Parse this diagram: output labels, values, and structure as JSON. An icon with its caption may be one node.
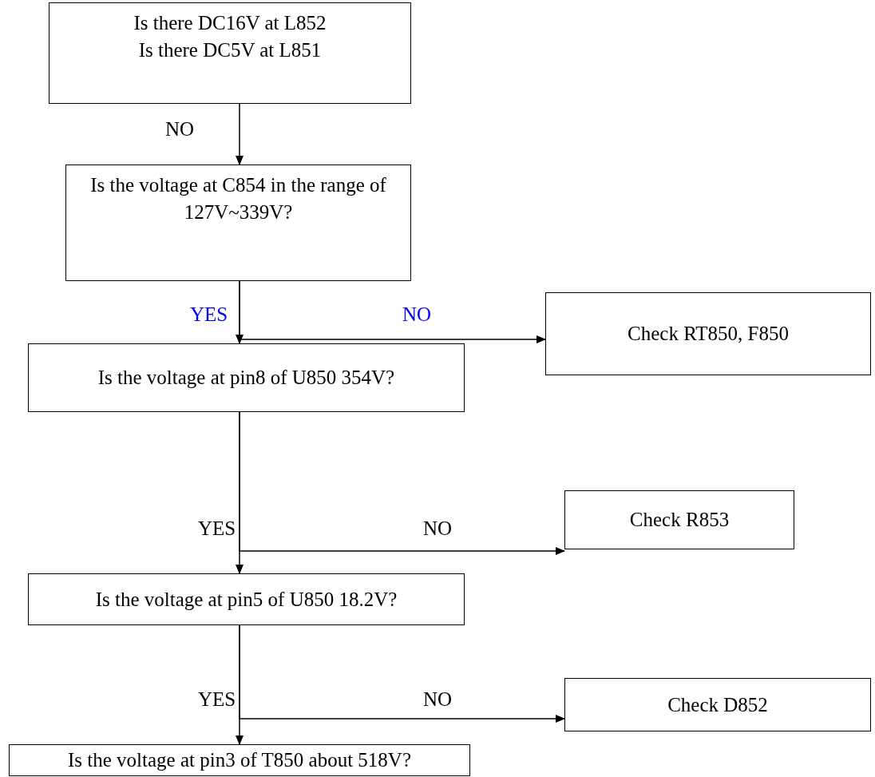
{
  "diagram": {
    "nodes": [
      {
        "text": [
          "Is there DC16V at L852",
          "Is there DC5V at L851"
        ]
      },
      {
        "text": [
          "Is the voltage at C854 in the range of 127V~339V?"
        ]
      },
      {
        "text": [
          "Check RT850, F850"
        ]
      },
      {
        "text": [
          "Is the voltage at pin8 of U850 354V?"
        ]
      },
      {
        "text": [
          "Check R853"
        ]
      },
      {
        "text": [
          "Is the voltage at pin5 of U850 18.2V?"
        ]
      },
      {
        "text": [
          "Check D852"
        ]
      },
      {
        "text": [
          "Is the voltage at pin3 of T850 about 518V?"
        ]
      }
    ],
    "edges": [
      {
        "from": 0,
        "to": 1,
        "arrow": "to",
        "label": "NO"
      },
      {
        "from": 1,
        "to": 3,
        "arrow": "to",
        "label": "YES"
      },
      {
        "from": 1,
        "to": 2,
        "arrow": "to",
        "label": "NO"
      },
      {
        "from": 3,
        "to": 5,
        "arrow": "to",
        "label": "YES"
      },
      {
        "from": 3,
        "to": 4,
        "arrow": "to",
        "label": "NO"
      },
      {
        "from": 5,
        "to": 7,
        "arrow": "to",
        "label": "YES"
      },
      {
        "from": 5,
        "to": 6,
        "arrow": "to",
        "label": "NO"
      }
    ]
  }
}
